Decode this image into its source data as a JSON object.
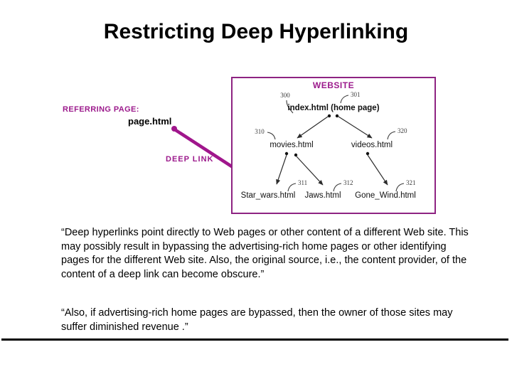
{
  "slide": {
    "title": "Restricting Deep Hyperlinking",
    "accent_color": "#9C1A8C",
    "arrow_color": "#A0168C",
    "box_border_color": "#8E2382",
    "text_color": "#000000",
    "background_color": "#ffffff"
  },
  "annotations": {
    "referring_page_label": "REFERRING PAGE:",
    "referring_page_value": "page.html",
    "deep_link_label": "DEEP LINK",
    "website_caption": "WEBSITE"
  },
  "diagram": {
    "type": "tree",
    "nodes": [
      {
        "id": "index",
        "label": "index.html (home page)",
        "ref": "301",
        "level": 0
      },
      {
        "id": "movies",
        "label": "movies.html",
        "ref": "310",
        "level": 1
      },
      {
        "id": "videos",
        "label": "videos.html",
        "ref": "320",
        "level": 1
      },
      {
        "id": "star_wars",
        "label": "Star_wars.html",
        "ref": "311",
        "level": 2
      },
      {
        "id": "jaws",
        "label": "Jaws.html",
        "ref": "312",
        "level": 2
      },
      {
        "id": "gone_wind",
        "label": "Gone_Wind.html",
        "ref": "321",
        "level": 2
      }
    ],
    "figure_ref": "300",
    "edges": [
      {
        "from": "index",
        "to": "movies"
      },
      {
        "from": "index",
        "to": "videos"
      },
      {
        "from": "movies",
        "to": "star_wars"
      },
      {
        "from": "movies",
        "to": "jaws"
      },
      {
        "from": "videos",
        "to": "gone_wind"
      }
    ],
    "deep_link_target": "star_wars"
  },
  "body": {
    "paragraph_1": "“Deep hyperlinks point directly to Web pages or other content of a different Web site. This may possibly result in bypassing the advertising-rich home pages or other identifying pages for the different Web site. Also, the original source, i.e., the content provider, of the content of a deep link can become obscure.”",
    "paragraph_2": "“Also, if advertising-rich home pages are bypassed, then the owner of those sites may suffer diminished revenue .”"
  }
}
